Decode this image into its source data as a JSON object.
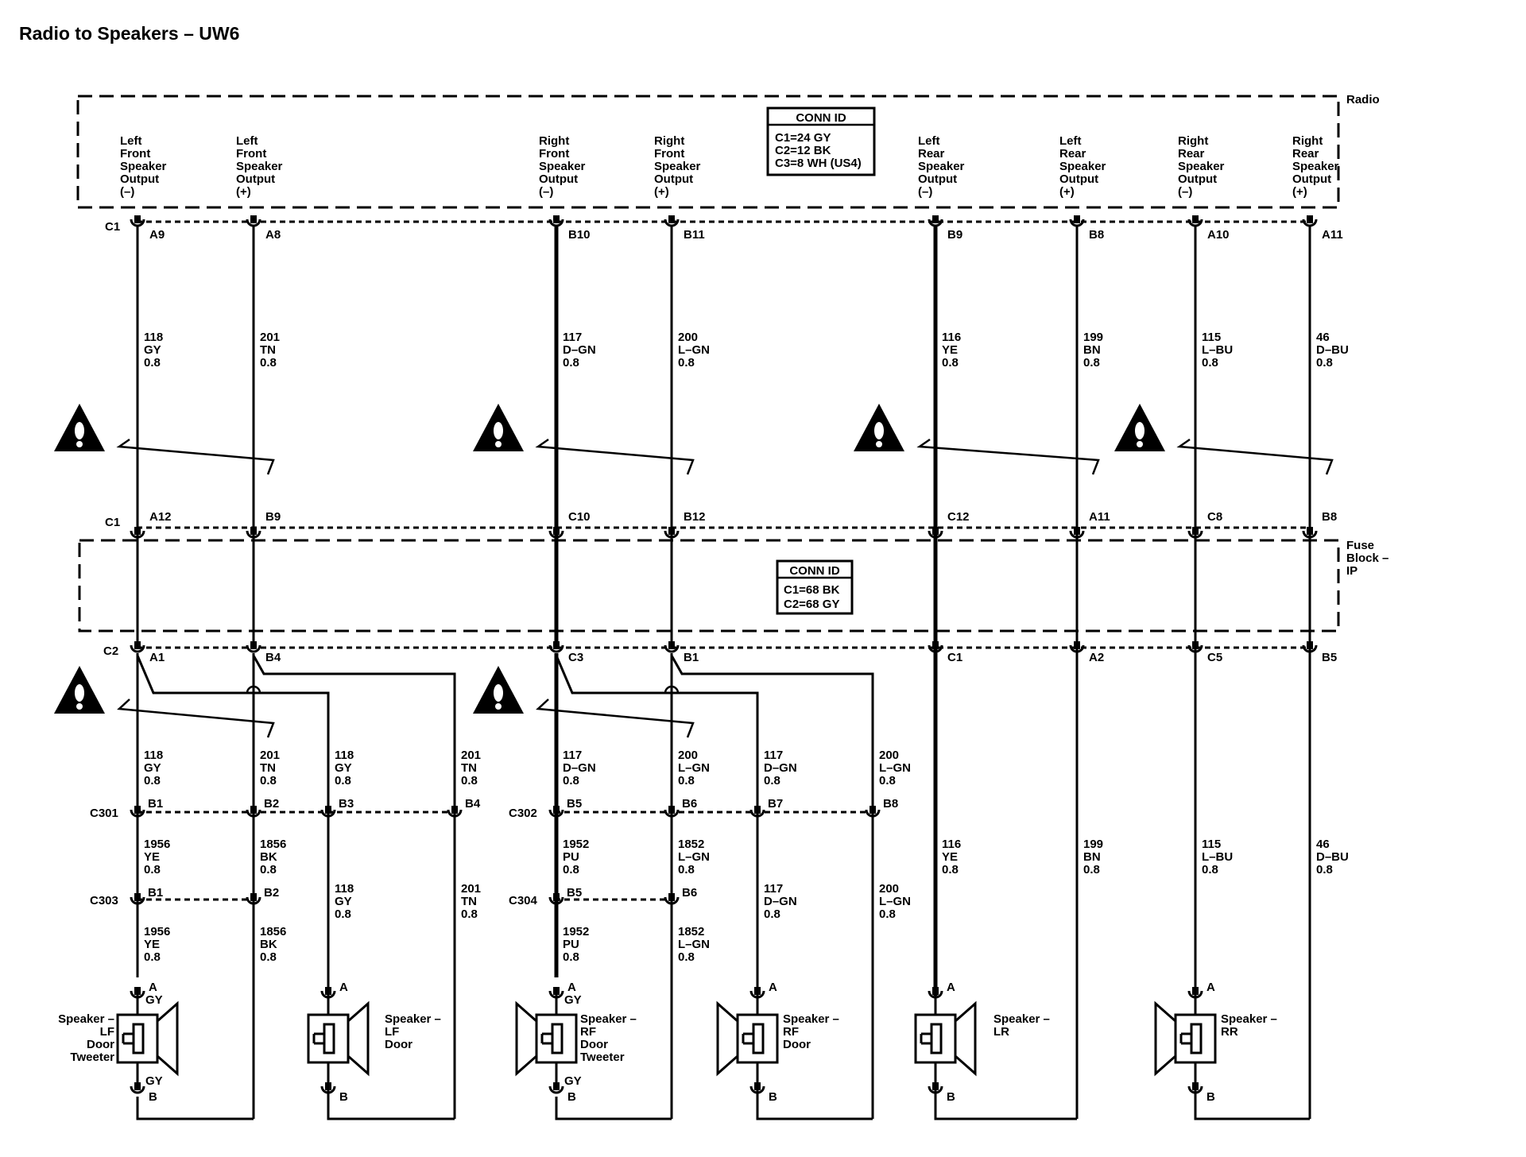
{
  "title": "Radio to Speakers – UW6",
  "radio": {
    "name": "Radio",
    "conn_id": {
      "header": "CONN ID",
      "lines": [
        "C1=24 GY",
        "C2=12 BK",
        "C3=8 WH (US4)"
      ]
    },
    "outputs": [
      [
        "Left",
        "Front",
        "Speaker",
        "Output",
        "(–)"
      ],
      [
        "Left",
        "Front",
        "Speaker",
        "Output",
        "(+)"
      ],
      [
        "Right",
        "Front",
        "Speaker",
        "Output",
        "(–)"
      ],
      [
        "Right",
        "Front",
        "Speaker",
        "Output",
        "(+)"
      ],
      [
        "Left",
        "Rear",
        "Speaker",
        "Output",
        "(–)"
      ],
      [
        "Left",
        "Rear",
        "Speaker",
        "Output",
        "(+)"
      ],
      [
        "Right",
        "Rear",
        "Speaker",
        "Output",
        "(–)"
      ],
      [
        "Right",
        "Rear",
        "Speaker",
        "Output",
        "(+)"
      ]
    ],
    "connector": "C1",
    "pins": [
      "A9",
      "A8",
      "B10",
      "B11",
      "B9",
      "B8",
      "A10",
      "A11"
    ]
  },
  "upper_wires": [
    [
      "118",
      "GY",
      "0.8"
    ],
    [
      "201",
      "TN",
      "0.8"
    ],
    [
      "117",
      "D–GN",
      "0.8"
    ],
    [
      "200",
      "L–GN",
      "0.8"
    ],
    [
      "116",
      "YE",
      "0.8"
    ],
    [
      "199",
      "BN",
      "0.8"
    ],
    [
      "115",
      "L–BU",
      "0.8"
    ],
    [
      "46",
      "D–BU",
      "0.8"
    ]
  ],
  "fuse_block": {
    "name": [
      "Fuse",
      "Block –",
      "IP"
    ],
    "conn_id": {
      "header": "CONN ID",
      "lines": [
        "C1=68 BK",
        "C2=68 GY"
      ]
    },
    "top_connector": "C1",
    "top_pins": [
      "A12",
      "B9",
      "C10",
      "B12",
      "C12",
      "A11",
      "C8",
      "B8"
    ],
    "bottom_connector": "C2",
    "bottom_pins": [
      "A1",
      "B4",
      "C3",
      "B1",
      "C1",
      "A2",
      "C5",
      "B5"
    ]
  },
  "front_split_wires": [
    [
      "118",
      "GY",
      "0.8"
    ],
    [
      "201",
      "TN",
      "0.8"
    ],
    [
      "118",
      "GY",
      "0.8"
    ],
    [
      "201",
      "TN",
      "0.8"
    ],
    [
      "117",
      "D–GN",
      "0.8"
    ],
    [
      "200",
      "L–GN",
      "0.8"
    ],
    [
      "117",
      "D–GN",
      "0.8"
    ],
    [
      "200",
      "L–GN",
      "0.8"
    ]
  ],
  "c301": {
    "name": "C301",
    "pins": [
      "B1",
      "B2",
      "B3",
      "B4"
    ]
  },
  "c302": {
    "name": "C302",
    "pins": [
      "B5",
      "B6",
      "B7",
      "B8"
    ]
  },
  "tweeter_wires_mid": [
    [
      "1956",
      "YE",
      "0.8"
    ],
    [
      "1856",
      "BK",
      "0.8"
    ],
    [
      "1952",
      "PU",
      "0.8"
    ],
    [
      "1852",
      "L–GN",
      "0.8"
    ]
  ],
  "c303": {
    "name": "C303",
    "pins": [
      "B1",
      "B2"
    ]
  },
  "c304": {
    "name": "C304",
    "pins": [
      "B5",
      "B6"
    ]
  },
  "tweeter_wires_low": [
    [
      "1956",
      "YE",
      "0.8"
    ],
    [
      "1856",
      "BK",
      "0.8"
    ],
    [
      "1952",
      "PU",
      "0.8"
    ],
    [
      "1852",
      "L–GN",
      "0.8"
    ]
  ],
  "door_wires": [
    [
      "118",
      "GY",
      "0.8"
    ],
    [
      "201",
      "TN",
      "0.8"
    ],
    [
      "117",
      "D–GN",
      "0.8"
    ],
    [
      "200",
      "L–GN",
      "0.8"
    ]
  ],
  "rear_wires": [
    [
      "116",
      "YE",
      "0.8"
    ],
    [
      "199",
      "BN",
      "0.8"
    ],
    [
      "115",
      "L–BU",
      "0.8"
    ],
    [
      "46",
      "D–BU",
      "0.8"
    ]
  ],
  "speakers": [
    {
      "label": [
        "Speaker –",
        "LF",
        "Door",
        "Tweeter"
      ],
      "pin_a": "A",
      "pin_b": "B",
      "color_top": "GY",
      "color_bottom": "GY"
    },
    {
      "label": [
        "Speaker –",
        "LF",
        "Door"
      ],
      "pin_a": "A",
      "pin_b": "B"
    },
    {
      "label": [
        "Speaker –",
        "RF",
        "Door",
        "Tweeter"
      ],
      "pin_a": "A",
      "pin_b": "B",
      "color_top": "GY",
      "color_bottom": "GY"
    },
    {
      "label": [
        "Speaker –",
        "RF",
        "Door"
      ],
      "pin_a": "A",
      "pin_b": "B"
    },
    {
      "label": [
        "Speaker –",
        "LR"
      ],
      "pin_a": "A",
      "pin_b": "B"
    },
    {
      "label": [
        "Speaker –",
        "RR"
      ],
      "pin_a": "A",
      "pin_b": "B"
    }
  ],
  "icons": {
    "warning": "warning-triangle-icon",
    "pin": "connector-pin-icon",
    "speaker": "speaker-icon"
  }
}
